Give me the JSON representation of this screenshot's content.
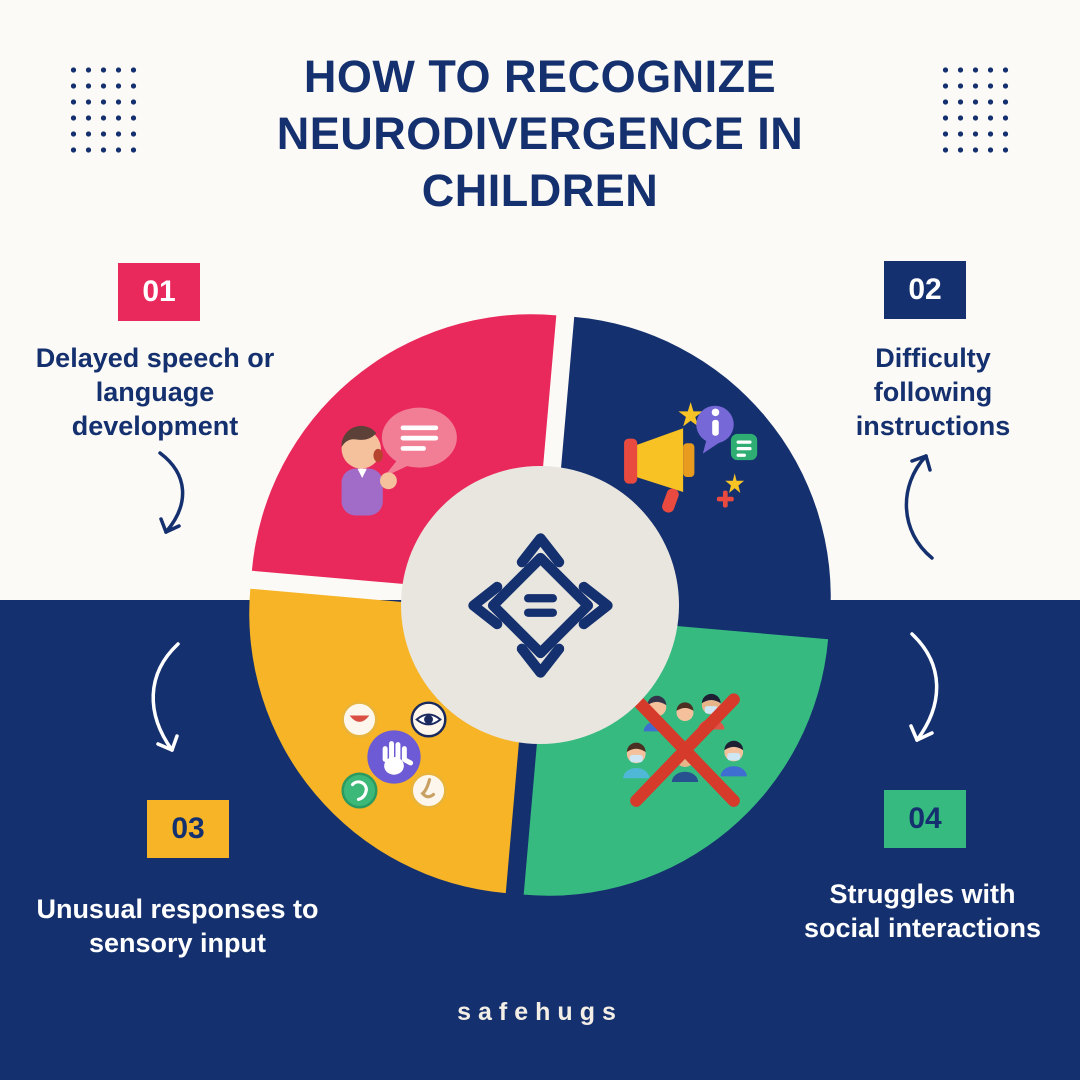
{
  "page": {
    "title": "HOW TO RECOGNIZE NEURODIVERGENCE IN CHILDREN",
    "brand": "safehugs"
  },
  "colors": {
    "navy": "#14306e",
    "cream": "#fcfaf6",
    "pink": "#e9295c",
    "yellow": "#f6b426",
    "green": "#36ba80",
    "hub_gray": "#e9e6e0",
    "cross_red": "#d63a2a"
  },
  "icons": {
    "center": "four-way-arrows-icon",
    "corner_decoration": "dot-grid",
    "step1": "speaking-person-icon",
    "step2": "megaphone-announcement-icon",
    "step3": "five-senses-icon",
    "step4": "crossed-out-group-icon"
  },
  "items": [
    {
      "number": "01",
      "label": "Delayed speech or language development",
      "color": "#e9295c"
    },
    {
      "number": "02",
      "label": "Difficulty following instructions",
      "color": "#14306e"
    },
    {
      "number": "03",
      "label": "Unusual responses to sensory input",
      "color": "#f6b426"
    },
    {
      "number": "04",
      "label": "Struggles with social interactions",
      "color": "#36ba80"
    }
  ]
}
